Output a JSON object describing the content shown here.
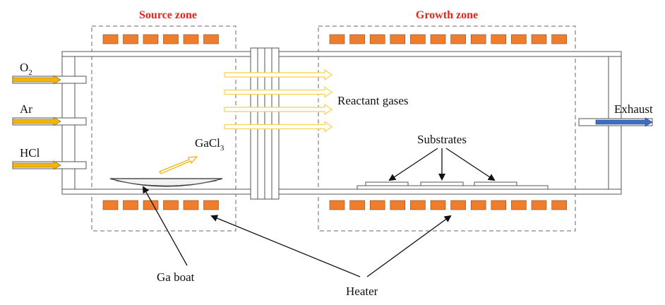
{
  "zones": {
    "source": "Source zone",
    "growth": "Growth zone"
  },
  "inlets": [
    {
      "label": "O",
      "subscript": "2"
    },
    {
      "label": "Ar"
    },
    {
      "label": "HCl"
    }
  ],
  "outlet": {
    "label": "Exhaust"
  },
  "labels": {
    "reactant_gases": "Reactant gases",
    "gacl_main": "GaCl",
    "gacl_sub": "3",
    "substrates": "Substrates",
    "ga_boat": "Ga boat",
    "heater": "Heater"
  },
  "counts": {
    "source_heater_blocks_per_row": 6,
    "growth_heater_blocks_per_row": 12,
    "reactant_arrows": 4,
    "substrates": 3
  },
  "colors": {
    "heater": "#f07d2b",
    "heater_stroke": "#8a4a1a",
    "zone_title": "#e8221c",
    "inlet_arrow": "#f2b40f",
    "exhaust_arrow": "#3a6fc4",
    "reactant_arrow": "#f7d24a",
    "zone_box": "#9a9a9a"
  }
}
